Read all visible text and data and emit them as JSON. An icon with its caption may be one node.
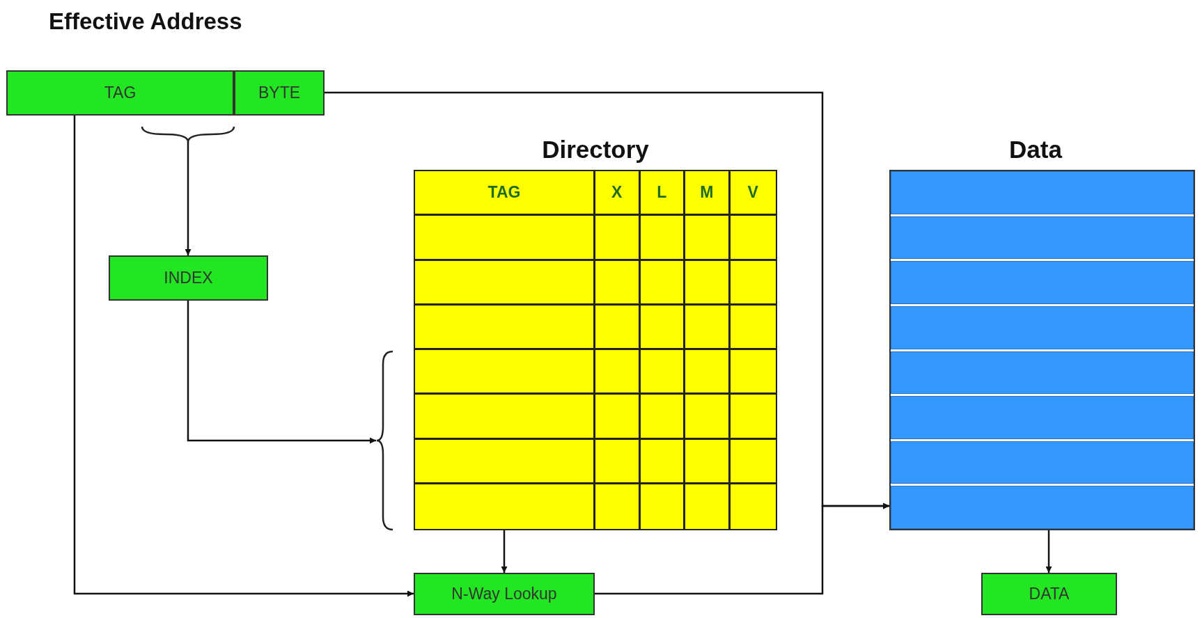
{
  "diagram": {
    "title": "Effective Address",
    "nodes": [
      {
        "text": [
          "TAG"
        ]
      },
      {
        "text": [
          "BYTE"
        ]
      },
      {
        "text": [
          "INDEX"
        ]
      },
      {
        "text": [
          "Directory"
        ]
      },
      {
        "text": [
          "N-Way Lookup"
        ]
      },
      {
        "text": [
          "Data"
        ]
      },
      {
        "text": [
          "DATA"
        ]
      }
    ],
    "edges": [
      {
        "from": 0,
        "to": 2,
        "arrow": "to"
      },
      {
        "from": 2,
        "to": 3,
        "arrow": "to"
      },
      {
        "from": 0,
        "to": 4,
        "arrow": "to"
      },
      {
        "from": 3,
        "to": 4,
        "arrow": "to"
      },
      {
        "from": 1,
        "to": 5,
        "arrow": "to"
      },
      {
        "from": 4,
        "to": 5,
        "arrow": "to"
      },
      {
        "from": 5,
        "to": 6,
        "arrow": "to"
      }
    ],
    "labels": [
      "TAG",
      "X",
      "L",
      "M",
      "V"
    ]
  }
}
